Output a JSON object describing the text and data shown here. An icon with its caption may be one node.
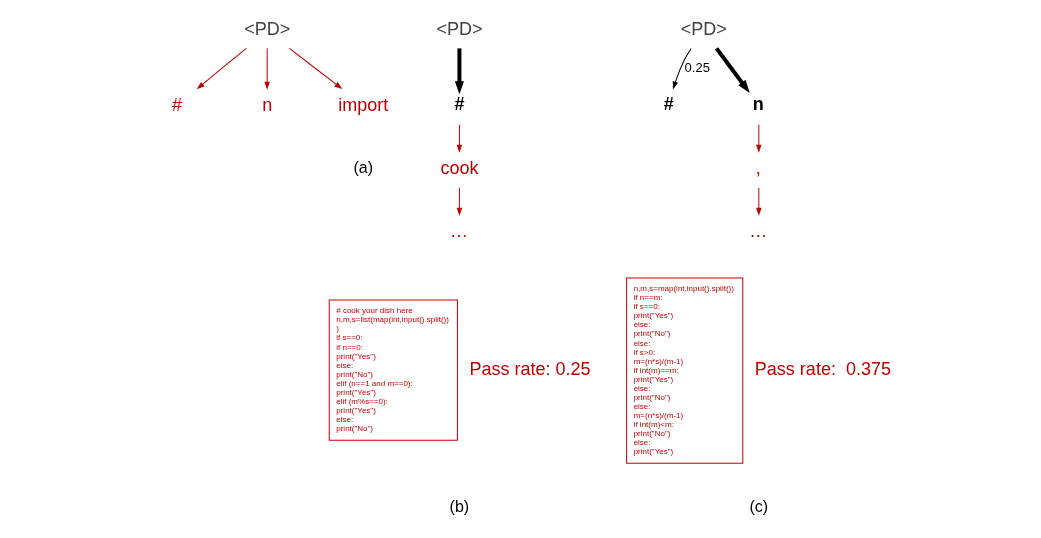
{
  "diagram": {
    "nodes": [
      {
        "text": [
          "<PD>"
        ]
      },
      {
        "text": [
          "#"
        ]
      },
      {
        "text": [
          "n"
        ]
      },
      {
        "text": [
          "import"
        ]
      },
      {
        "text": [
          "<PD>"
        ]
      },
      {
        "text": [
          "#"
        ]
      },
      {
        "text": [
          "cook"
        ]
      },
      {
        "text": [
          "…"
        ]
      },
      {
        "text": [
          "# cook your dish here",
          "n,m,s=list(map(int,input().split())",
          ")",
          "if s==0:",
          "if n==0:",
          "print(\"Yes\")",
          "else:",
          "print(\"No\")",
          "elif (n==1 and m==0):",
          "print(\"Yes\")",
          "elif (m%s==0):",
          "print(\"Yes\")",
          "else:",
          "print(\"No\")"
        ],
        "beside": [
          "Pass rate: 0.25"
        ]
      },
      {
        "text": [
          "<PD>"
        ]
      },
      {
        "text": [
          "#"
        ]
      },
      {
        "text": [
          "n"
        ]
      },
      {
        "text": [
          ","
        ]
      },
      {
        "text": [
          "…"
        ]
      },
      {
        "text": [
          "n,m,s=map(int,input().split())",
          "if n==m:",
          "if s==0:",
          "print(\"Yes\")",
          "else:",
          "print(\"No\")",
          "else:",
          "if s>0:",
          "m=(n*s)/(m-1)",
          "if int(m)==m:",
          "print(\"Yes\")",
          "else:",
          "print(\"No\")",
          "else:",
          "m=(n*s)/(m-1)",
          "if int(m)<m:",
          "print(\"No\")",
          "else:",
          "print(\"Yes\")"
        ],
        "beside": [
          "Pass rate:  0.375"
        ]
      }
    ],
    "edges": [
      {
        "from": 0,
        "to": 1,
        "arrow": "to"
      },
      {
        "from": 0,
        "to": 2,
        "arrow": "to"
      },
      {
        "from": 0,
        "to": 3,
        "arrow": "to"
      },
      {
        "from": 4,
        "to": 5,
        "arrow": "to",
        "style": "thick",
        "color": "#000000"
      },
      {
        "from": 5,
        "to": 6,
        "arrow": "to"
      },
      {
        "from": 6,
        "to": 7,
        "arrow": "to"
      },
      {
        "from": 9,
        "to": 10,
        "arrow": "to",
        "label": "0.25",
        "color": "#000000"
      },
      {
        "from": 9,
        "to": 11,
        "arrow": "to",
        "style": "thick",
        "color": "#000000"
      },
      {
        "from": 11,
        "to": 12,
        "arrow": "to"
      },
      {
        "from": 12,
        "to": 13,
        "arrow": "to"
      }
    ],
    "labels": [
      "(a)",
      "(b)",
      "(c)"
    ]
  }
}
